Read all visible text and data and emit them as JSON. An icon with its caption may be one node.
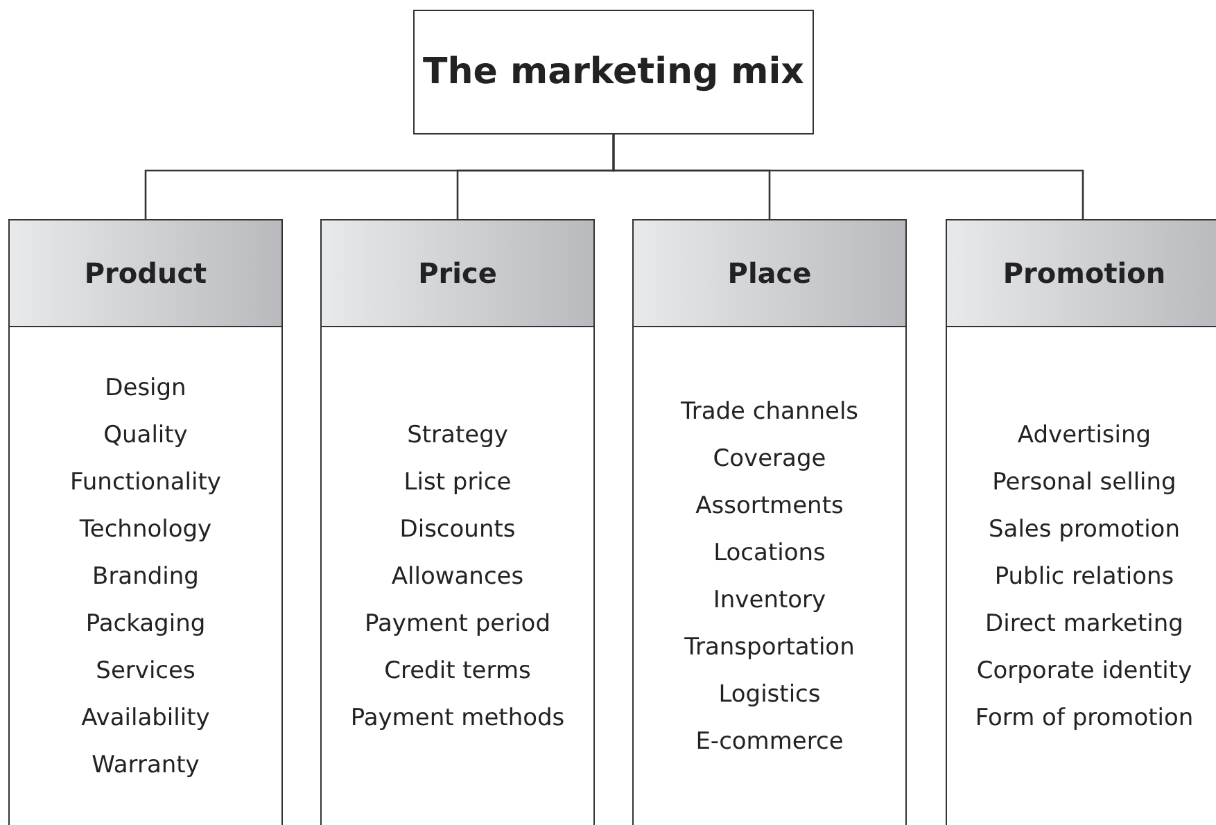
{
  "diagram": {
    "nodes": [
      {
        "text": [
          "The marketing mix"
        ]
      },
      {
        "text": [
          "Product",
          "Design",
          "Quality",
          "Functionality",
          "Technology",
          "Branding",
          "Packaging",
          "Services",
          "Availability",
          "Warranty"
        ]
      },
      {
        "text": [
          "Price",
          "Strategy",
          "List price",
          "Discounts",
          "Allowances",
          "Payment period",
          "Credit terms",
          "Payment methods"
        ]
      },
      {
        "text": [
          "Place",
          "Trade channels",
          "Coverage",
          "Assortments",
          "Locations",
          "Inventory",
          "Transportation",
          "Logistics",
          "E-commerce"
        ]
      },
      {
        "text": [
          "Promotion",
          "Advertising",
          "Personal selling",
          "Sales promotion",
          "Public relations",
          "Direct marketing",
          "Corporate identity",
          "Form of promotion"
        ]
      }
    ],
    "edges": [
      {
        "from": 0,
        "to": 1,
        "arrow": "none"
      },
      {
        "from": 0,
        "to": 2,
        "arrow": "none"
      },
      {
        "from": 0,
        "to": 3,
        "arrow": "none"
      },
      {
        "from": 0,
        "to": 4,
        "arrow": "none"
      }
    ]
  }
}
